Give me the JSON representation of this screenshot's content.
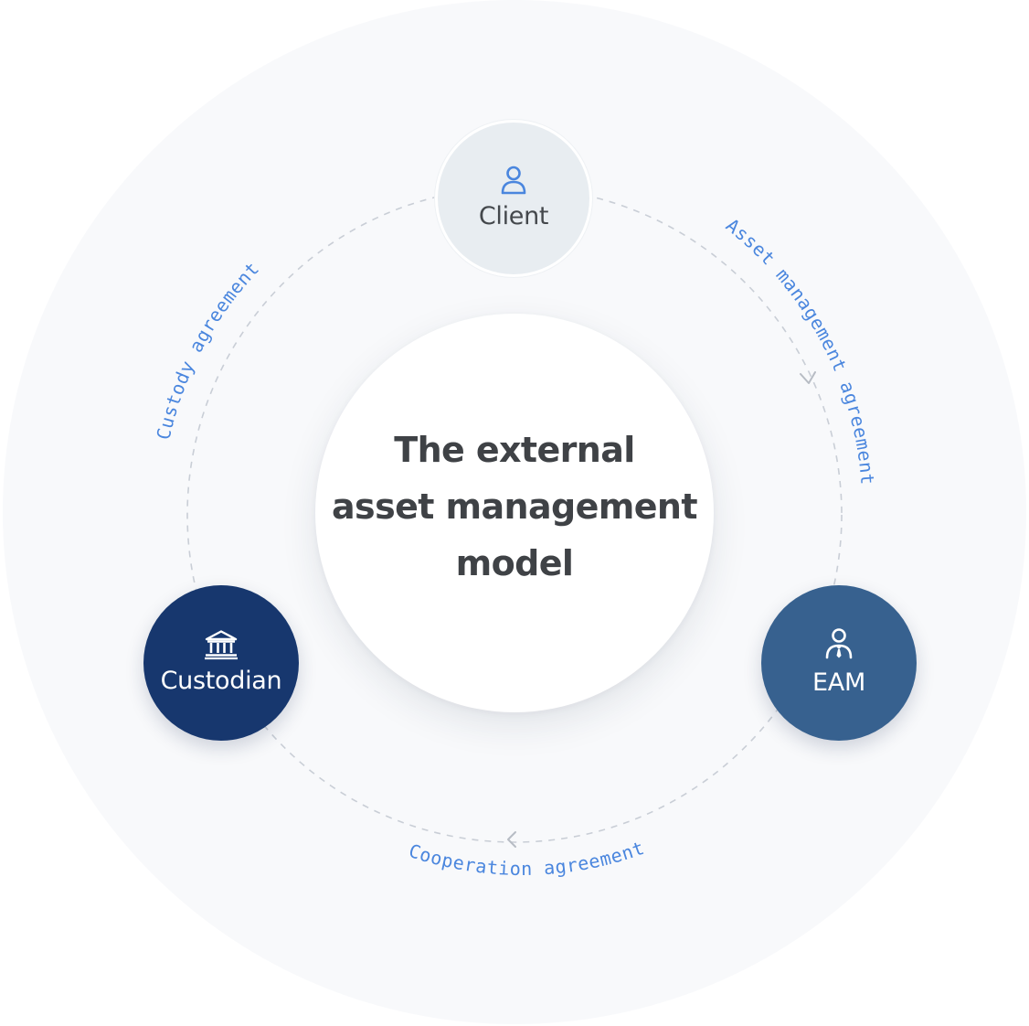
{
  "diagram": {
    "title": "The external asset management model",
    "title_lines": [
      "The external",
      "asset management",
      "model"
    ],
    "nodes": {
      "client": {
        "label": "Client",
        "icon": "person-icon"
      },
      "custodian": {
        "label": "Custodian",
        "icon": "bank-icon"
      },
      "eam": {
        "label": "EAM",
        "icon": "advisor-icon"
      }
    },
    "edges": {
      "custody": {
        "label": "Custody agreement",
        "from": "Custodian",
        "to": "Client"
      },
      "asset_management": {
        "label": "Asset management agreement",
        "from": "Client",
        "to": "EAM"
      },
      "cooperation": {
        "label": "Cooperation agreement",
        "from": "EAM",
        "to": "Custodian"
      }
    },
    "colors": {
      "accent": "#4a86de",
      "custodian": "#17376e",
      "eam": "#37618f",
      "client": "#e8edf1",
      "title": "#3f4246",
      "dashed_line": "#c9ced6"
    }
  }
}
